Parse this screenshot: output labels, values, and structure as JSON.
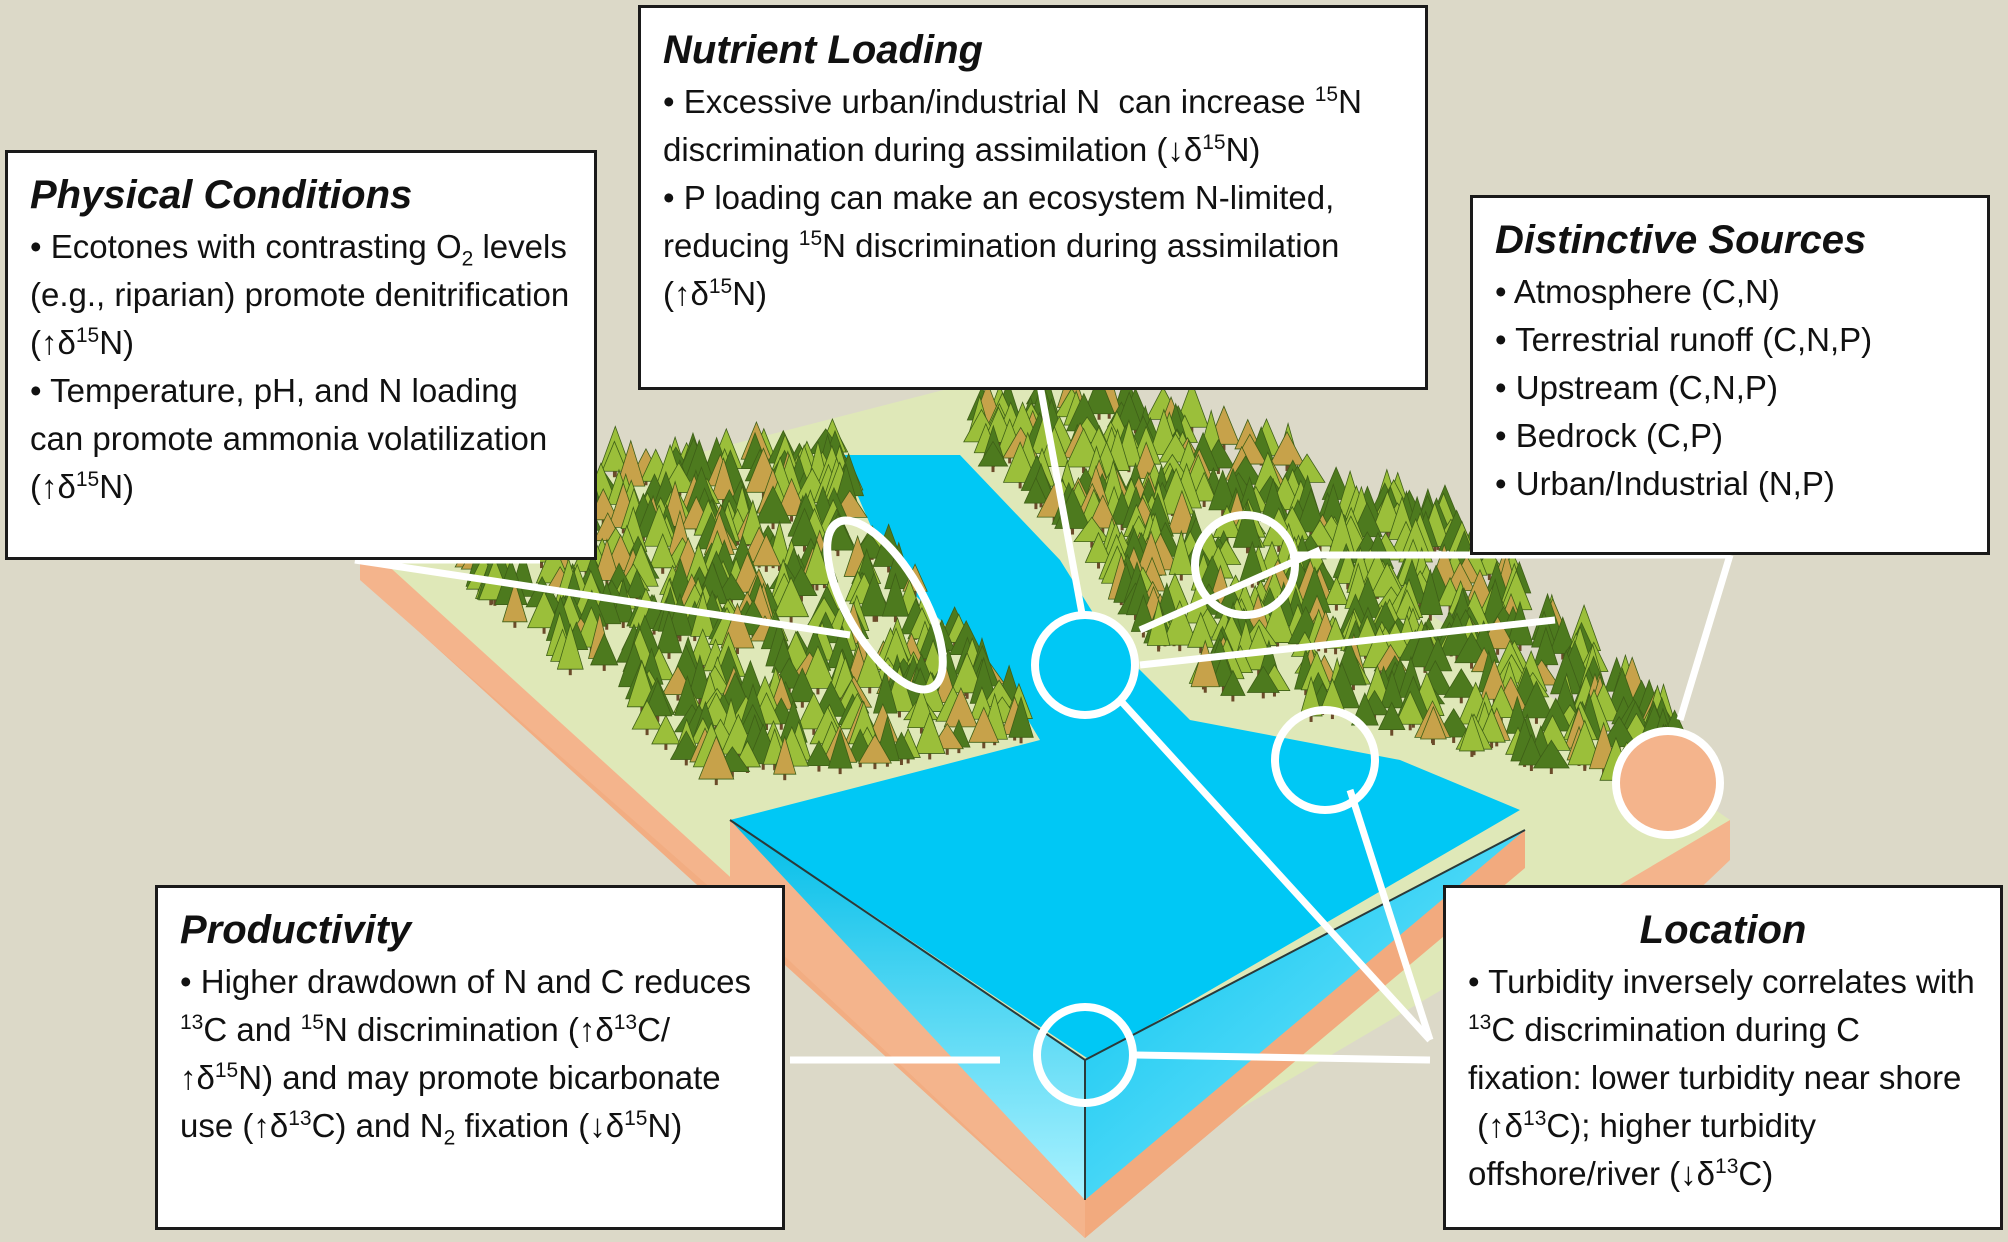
{
  "panels": {
    "physical": {
      "title": "Physical Conditions",
      "items": [
        "Ecotones with contrasting O<sub>2</sub> levels (e.g., riparian) promote denitrification (↑δ<sup>15</sup>N)",
        "Temperature, pH, and N loading can promote ammonia volatilization (↑δ<sup>15</sup>N)"
      ]
    },
    "nutrient": {
      "title": "Nutrient Loading",
      "items": [
        "Excessive urban/industrial N &nbsp;can increase <sup>15</sup>N discrimination during assimilation (↓δ<sup>15</sup>N)",
        "P loading can make an ecosystem N-limited, reducing <sup>15</sup>N discrimination during assimilation (↑δ<sup>15</sup>N)"
      ]
    },
    "sources": {
      "title": "Distinctive Sources",
      "items": [
        "Atmosphere (C,N)",
        "Terrestrial runoff (C,N,P)",
        "Upstream (C,N,P)",
        "Bedrock (C,P)",
        "Urban/Industrial (N,P)"
      ]
    },
    "productivity": {
      "title": "Productivity",
      "items": [
        "Higher drawdown of N and C reduces <sup>13</sup>C and <sup>15</sup>N discrimination (↑δ<sup>13</sup>C/↑δ<sup>15</sup>N) and may promote bicarbonate use (↑δ<sup>13</sup>C) and N<sub>2</sub> fixation (↓δ<sup>15</sup>N)"
      ]
    },
    "location": {
      "title": "Location",
      "items": [
        "Turbidity inversely correlates with <sup>13</sup>C discrimination during C fixation: lower turbidity near shore &nbsp;(↑δ<sup>13</sup>C); higher turbidity offshore/river (↓δ<sup>13</sup>C)"
      ]
    }
  },
  "colors": {
    "background": "#dcd9c8",
    "water": "#00c8f5",
    "shore": "#dfe8b8",
    "soil_side": "#f4b48c",
    "tree_dark": "#4d7a1e",
    "tree_light": "#9bbf3a",
    "tree_autumn": "#c7a24a"
  }
}
